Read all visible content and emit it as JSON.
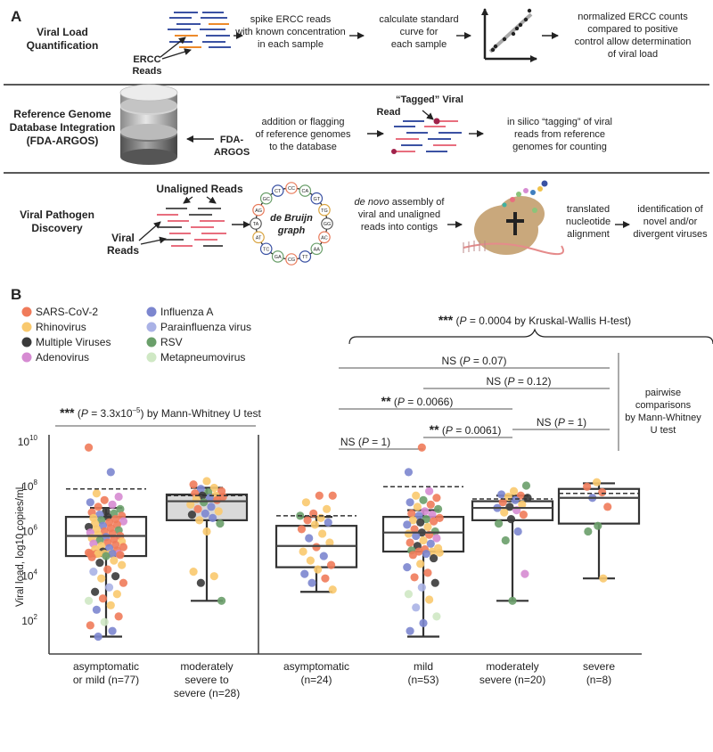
{
  "panel_a": {
    "label": "A",
    "row1": {
      "title_l1": "Viral Load",
      "title_l2": "Quantification",
      "ercc_l1": "ERCC",
      "ercc_l2": "Reads",
      "step1": [
        "spike ERCC reads",
        "with known concentration",
        "in each sample"
      ],
      "step2": [
        "calculate standard",
        "curve for",
        "each sample"
      ],
      "step3": [
        "normalized ERCC counts",
        "compared to positive",
        "control allow determination",
        "of viral load"
      ]
    },
    "row2": {
      "title": [
        "Reference Genome",
        "Database Integration",
        "(FDA-ARGOS)"
      ],
      "fda_l1": "FDA-",
      "fda_l2": "ARGOS",
      "step1": [
        "addition or flagging",
        "of reference genomes",
        "to the database"
      ],
      "tagged_l1": "“Tagged” Viral",
      "tagged_l2": "Read",
      "step2": [
        "in silico “tagging” of viral",
        "reads from reference",
        "genomes for counting"
      ]
    },
    "row3": {
      "title_l1": "Viral Pathogen",
      "title_l2": "Discovery",
      "unaligned": "Unaligned Reads",
      "viral_l1": "Viral",
      "viral_l2": "Reads",
      "graph_l1": "de Bruijn",
      "graph_l2": "graph",
      "graph_nodes": [
        "CC",
        "CA",
        "GT",
        "TG",
        "GG",
        "AC",
        "AA",
        "TT",
        "CG",
        "GA",
        "TC",
        "AT",
        "TA",
        "AG",
        "GC",
        "CT"
      ],
      "step1_l1_italic": "de novo",
      "step1_l1_rest": " assembly of",
      "step1_l2": "viral and unaligned",
      "step1_l3": "reads into contigs",
      "step2": [
        "translated",
        "nucleotide",
        "alignment"
      ],
      "step3": [
        "identification of",
        "novel and/or",
        "divergent viruses"
      ]
    }
  },
  "panel_b": {
    "label": "B",
    "legend": [
      {
        "name": "SARS-CoV-2",
        "color": "#f07b5a"
      },
      {
        "name": "Rhinovirus",
        "color": "#f9c96e"
      },
      {
        "name": "Multiple Viruses",
        "color": "#3a3a3a"
      },
      {
        "name": "Adenovirus",
        "color": "#d68bd2"
      },
      {
        "name": "Influenza A",
        "color": "#7c86cf"
      },
      {
        "name": "Parainfluenza virus",
        "color": "#aab2e6"
      },
      {
        "name": "RSV",
        "color": "#6a9f6a"
      },
      {
        "name": "Metapneumovirus",
        "color": "#cfe8c4"
      }
    ],
    "annotations": {
      "kw_stars": "***",
      "kw_open": " (",
      "kw_p": "P",
      "kw_rest": " = 0.0004 by Kruskal-Wallis H-test)",
      "mw_stars": "***",
      "mw_open": " (",
      "mw_p": "P",
      "mw_mid": " = 3.3x10",
      "mw_sup": "–5",
      "mw_rest": ") by Mann-Whitney U test",
      "pairwise": [
        "pairwise",
        "comparisons",
        "by Mann-Whitney",
        "U test"
      ],
      "cmp1_pre": "NS (",
      "cmp1_p": "P",
      "cmp1_rest": " = 0.07)",
      "cmp2_pre": "NS (",
      "cmp2_p": "P",
      "cmp2_rest": " = 0.12)",
      "cmp3_stars": "**",
      "cmp3_pre": " (",
      "cmp3_p": "P",
      "cmp3_rest": " = 0.0066)",
      "cmp4_pre": "NS (",
      "cmp4_p": "P",
      "cmp4_rest": " = 1)",
      "cmp5_stars": "**",
      "cmp5_pre": " (",
      "cmp5_p": "P",
      "cmp5_rest": " = 0.0061)",
      "cmp6_pre": "NS (",
      "cmp6_p": "P",
      "cmp6_rest": " = 1)"
    },
    "chart_data": {
      "type": "box",
      "ylabel": "Viral load, log10 copies/mL",
      "yscale": "log",
      "ylim": [
        1,
        10
      ],
      "ytick_labels": [
        {
          "base": "10",
          "exp": "10",
          "v": 10
        },
        {
          "base": "10",
          "exp": "8",
          "v": 8
        },
        {
          "base": "10",
          "exp": "6",
          "v": 6
        },
        {
          "base": "10",
          "exp": "4",
          "v": 4
        },
        {
          "base": "10",
          "exp": "2",
          "v": 2
        }
      ],
      "groups": [
        {
          "label_l1": "asymptomatic",
          "label_l2": "or mild (n=77)",
          "whislo": 1.3,
          "q1": 4.9,
          "med": 5.8,
          "q3": 6.65,
          "whishi": 7.05,
          "mean": 7.9,
          "filled": false,
          "jitter": 0.32,
          "points": [
            [
              9.75,
              0
            ],
            [
              8.65,
              4
            ],
            [
              7.7,
              1
            ],
            [
              7.55,
              3
            ],
            [
              7.4,
              0
            ],
            [
              7.3,
              4
            ],
            [
              7.2,
              3
            ],
            [
              7.1,
              0
            ],
            [
              7.0,
              6
            ],
            [
              6.9,
              2
            ],
            [
              6.85,
              0
            ],
            [
              6.8,
              6
            ],
            [
              6.75,
              4
            ],
            [
              6.7,
              0
            ],
            [
              6.65,
              2
            ],
            [
              6.6,
              1
            ],
            [
              6.55,
              0
            ],
            [
              6.5,
              6
            ],
            [
              6.45,
              3
            ],
            [
              6.4,
              0
            ],
            [
              6.35,
              1
            ],
            [
              6.3,
              0
            ],
            [
              6.25,
              4
            ],
            [
              6.2,
              2
            ],
            [
              6.15,
              0
            ],
            [
              6.1,
              1
            ],
            [
              6.05,
              6
            ],
            [
              6.0,
              0
            ],
            [
              5.95,
              3
            ],
            [
              5.9,
              0
            ],
            [
              5.85,
              1
            ],
            [
              5.8,
              0
            ],
            [
              5.75,
              4
            ],
            [
              5.7,
              1
            ],
            [
              5.65,
              0
            ],
            [
              5.6,
              6
            ],
            [
              5.55,
              1
            ],
            [
              5.5,
              0
            ],
            [
              5.45,
              3
            ],
            [
              5.4,
              0
            ],
            [
              5.35,
              1
            ],
            [
              5.3,
              0
            ],
            [
              5.25,
              4
            ],
            [
              5.2,
              1
            ],
            [
              5.15,
              0
            ],
            [
              5.1,
              2
            ],
            [
              5.05,
              0
            ],
            [
              5.0,
              1
            ],
            [
              5.0,
              0
            ],
            [
              5.0,
              3
            ],
            [
              5.0,
              1
            ],
            [
              5.0,
              0
            ],
            [
              5.0,
              4
            ],
            [
              5.0,
              1
            ],
            [
              4.95,
              0
            ],
            [
              4.9,
              6
            ],
            [
              4.85,
              0
            ],
            [
              4.7,
              1
            ],
            [
              4.6,
              2
            ],
            [
              4.5,
              1
            ],
            [
              4.3,
              0
            ],
            [
              4.2,
              5
            ],
            [
              4.0,
              2
            ],
            [
              3.9,
              1
            ],
            [
              3.7,
              0
            ],
            [
              3.5,
              5
            ],
            [
              3.3,
              2
            ],
            [
              3.2,
              1
            ],
            [
              3.0,
              0
            ],
            [
              2.9,
              7
            ],
            [
              2.7,
              1
            ],
            [
              2.5,
              4
            ],
            [
              2.2,
              0
            ],
            [
              1.95,
              7
            ],
            [
              1.8,
              0
            ],
            [
              1.55,
              4
            ],
            [
              1.3,
              4
            ]
          ]
        },
        {
          "label_l1": "moderately",
          "label_l2": "severe to",
          "label_l3": "severe (n=28)",
          "whislo": 2.9,
          "q1": 6.5,
          "med": 7.35,
          "q3": 7.65,
          "whishi": 7.95,
          "mean": 7.6,
          "filled": true,
          "jitter": 0.3,
          "points": [
            [
              8.25,
              1
            ],
            [
              8.1,
              0
            ],
            [
              7.95,
              1
            ],
            [
              7.9,
              4
            ],
            [
              7.8,
              0
            ],
            [
              7.75,
              6
            ],
            [
              7.7,
              0
            ],
            [
              7.6,
              1
            ],
            [
              7.6,
              2
            ],
            [
              7.55,
              0
            ],
            [
              7.5,
              4
            ],
            [
              7.45,
              1
            ],
            [
              7.4,
              0
            ],
            [
              7.3,
              6
            ],
            [
              7.2,
              1
            ],
            [
              7.1,
              4
            ],
            [
              7.0,
              0
            ],
            [
              6.9,
              1
            ],
            [
              6.8,
              4
            ],
            [
              6.75,
              2
            ],
            [
              6.6,
              4
            ],
            [
              6.5,
              1
            ],
            [
              6.35,
              6
            ],
            [
              6.0,
              1
            ],
            [
              4.2,
              1
            ],
            [
              4.0,
              1
            ],
            [
              3.7,
              2
            ],
            [
              2.9,
              6
            ]
          ]
        },
        {
          "label_l1": "asymptomatic",
          "label_l2": "(n=24)",
          "whislo": 3.3,
          "q1": 4.4,
          "med": 5.35,
          "q3": 6.25,
          "whishi": 6.65,
          "mean": 6.7,
          "filled": false,
          "jitter": 0.3,
          "points": [
            [
              7.6,
              0
            ],
            [
              7.6,
              0
            ],
            [
              7.3,
              1
            ],
            [
              7.0,
              1
            ],
            [
              6.8,
              0
            ],
            [
              6.7,
              6
            ],
            [
              6.6,
              1
            ],
            [
              6.5,
              0
            ],
            [
              6.4,
              4
            ],
            [
              6.3,
              1
            ],
            [
              6.1,
              0
            ],
            [
              5.9,
              1
            ],
            [
              5.7,
              4
            ],
            [
              5.5,
              1
            ],
            [
              5.3,
              0
            ],
            [
              5.1,
              1
            ],
            [
              4.9,
              4
            ],
            [
              4.7,
              1
            ],
            [
              4.5,
              0
            ],
            [
              4.3,
              1
            ],
            [
              4.1,
              4
            ],
            [
              3.9,
              0
            ],
            [
              3.7,
              4
            ],
            [
              3.4,
              1
            ]
          ]
        },
        {
          "label_l1": "mild",
          "label_l2": "(n=53)",
          "whislo": 1.3,
          "q1": 5.1,
          "med": 5.95,
          "q3": 6.65,
          "whishi": 6.95,
          "mean": 8.0,
          "filled": false,
          "jitter": 0.3,
          "points": [
            [
              9.75,
              0
            ],
            [
              8.65,
              4
            ],
            [
              7.8,
              3
            ],
            [
              7.6,
              1
            ],
            [
              7.5,
              0
            ],
            [
              7.4,
              6
            ],
            [
              7.3,
              4
            ],
            [
              7.2,
              0
            ],
            [
              7.1,
              1
            ],
            [
              7.0,
              6
            ],
            [
              6.9,
              3
            ],
            [
              6.8,
              0
            ],
            [
              6.75,
              3
            ],
            [
              6.7,
              4
            ],
            [
              6.6,
              0
            ],
            [
              6.55,
              6
            ],
            [
              6.5,
              1
            ],
            [
              6.45,
              0
            ],
            [
              6.4,
              2
            ],
            [
              6.3,
              4
            ],
            [
              6.2,
              1
            ],
            [
              6.1,
              0
            ],
            [
              6.0,
              6
            ],
            [
              5.95,
              2
            ],
            [
              5.9,
              1
            ],
            [
              5.85,
              0
            ],
            [
              5.8,
              4
            ],
            [
              5.7,
              3
            ],
            [
              5.6,
              1
            ],
            [
              5.5,
              0
            ],
            [
              5.45,
              4
            ],
            [
              5.35,
              2
            ],
            [
              5.25,
              1
            ],
            [
              5.2,
              0
            ],
            [
              5.15,
              6
            ],
            [
              5.1,
              1
            ],
            [
              5.1,
              0
            ],
            [
              5.05,
              1
            ],
            [
              5.0,
              4
            ],
            [
              4.95,
              0
            ],
            [
              4.8,
              2
            ],
            [
              4.55,
              1
            ],
            [
              4.4,
              4
            ],
            [
              4.15,
              0
            ],
            [
              3.95,
              0
            ],
            [
              3.7,
              2
            ],
            [
              3.5,
              5
            ],
            [
              3.2,
              7
            ],
            [
              2.95,
              1
            ],
            [
              2.6,
              5
            ],
            [
              2.2,
              7
            ],
            [
              1.9,
              4
            ],
            [
              1.55,
              4
            ]
          ]
        },
        {
          "label_l1": "moderately",
          "label_l2": "severe (n=20)",
          "whislo": 2.9,
          "q1": 6.5,
          "med": 7.05,
          "q3": 7.35,
          "whishi": 7.6,
          "mean": 7.45,
          "filled": false,
          "jitter": 0.28,
          "points": [
            [
              8.05,
              6
            ],
            [
              7.8,
              1
            ],
            [
              7.65,
              4
            ],
            [
              7.6,
              0
            ],
            [
              7.55,
              1
            ],
            [
              7.5,
              2
            ],
            [
              7.4,
              4
            ],
            [
              7.3,
              0
            ],
            [
              7.2,
              1
            ],
            [
              7.1,
              2
            ],
            [
              7.05,
              4
            ],
            [
              6.95,
              3
            ],
            [
              6.85,
              1
            ],
            [
              6.75,
              0
            ],
            [
              6.55,
              2
            ],
            [
              6.35,
              6
            ],
            [
              6.0,
              4
            ],
            [
              5.6,
              6
            ],
            [
              4.1,
              3
            ],
            [
              2.9,
              6
            ]
          ]
        },
        {
          "label_l1": "severe",
          "label_l2": "(n=8)",
          "whislo": 3.9,
          "q1": 6.35,
          "med": 7.5,
          "q3": 7.9,
          "whishi": 8.15,
          "mean": 7.7,
          "filled": false,
          "jitter": 0.22,
          "points": [
            [
              8.2,
              1
            ],
            [
              8.0,
              0
            ],
            [
              7.75,
              0
            ],
            [
              7.5,
              4
            ],
            [
              7.1,
              0
            ],
            [
              6.25,
              6
            ],
            [
              6.0,
              6
            ],
            [
              3.9,
              1
            ]
          ]
        }
      ]
    }
  }
}
